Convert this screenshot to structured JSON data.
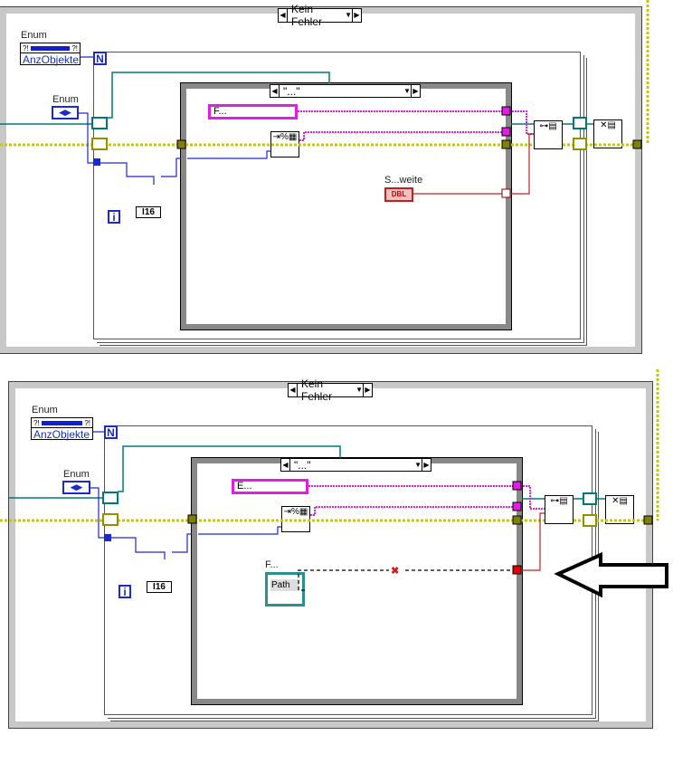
{
  "diagrams": [
    {
      "case_selector": "Kein Fehler",
      "enum_label": "Enum",
      "enum_value": "AnzObjekte",
      "enum2_label": "Enum",
      "loop_count": "N",
      "iteration": "i",
      "type_const": "I16",
      "inner_selector": "\"...\"",
      "string_const": "F...",
      "double_label": "S...weite",
      "double_const": "DBL"
    },
    {
      "case_selector": "Kein Fehler",
      "enum_label": "Enum",
      "enum_value": "AnzObjekte",
      "enum2_label": "Enum",
      "loop_count": "N",
      "iteration": "i",
      "type_const": "I16",
      "inner_selector": "\"...\"",
      "string_const": "E...",
      "path_label": "F...",
      "path_const": "Path"
    }
  ],
  "colors": {
    "error_wire": "#c8c800",
    "string_wire": "#e020e0",
    "refnum_wire": "#007878",
    "int_wire": "#1a2acc",
    "double_wire": "#c02020"
  },
  "annotation": "arrow-left"
}
